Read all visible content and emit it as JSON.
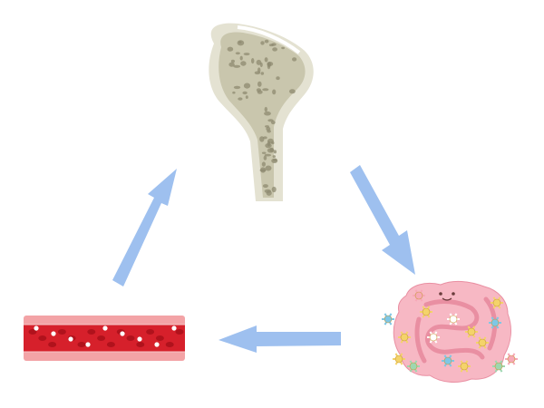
{
  "diagram": {
    "nodes": [
      {
        "id": "bone",
        "icon": "femur-bone-cross-section-icon"
      },
      {
        "id": "gut",
        "icon": "intestine-with-microbes-icon"
      },
      {
        "id": "blood",
        "icon": "blood-vessel-with-cells-icon"
      }
    ],
    "edges": [
      {
        "from": "bone",
        "to": "gut"
      },
      {
        "from": "gut",
        "to": "blood"
      },
      {
        "from": "blood",
        "to": "bone"
      }
    ]
  },
  "colors": {
    "arrow": "#9ec0ef",
    "bone_outer": "#e4e2d2",
    "bone_spongy": "#c9c6ad",
    "bone_pore": "#8d8a70",
    "gut_body": "#f7b8c4",
    "gut_outline": "#e98fa2",
    "vessel_wall": "#f3a3a6",
    "vessel_lumen": "#d6202b",
    "red_cell": "#b0121c",
    "white_cell": "#ffffff"
  }
}
